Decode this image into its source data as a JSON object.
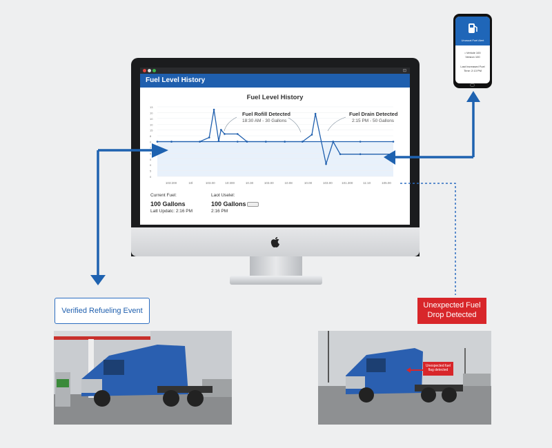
{
  "window": {
    "title": "Fuel Level History"
  },
  "chart_data": {
    "type": "line",
    "title": "Fuel Level History",
    "x_tick_labels": [
      "103:200",
      "10l",
      "103.00",
      "10:300",
      "10.30",
      "103.00",
      "10.08",
      "10.00",
      "103.00",
      "101.300",
      "11:10",
      "105.00"
    ],
    "y_tick_labels": [
      "13",
      "10",
      "10",
      "10",
      "15",
      "8",
      "0",
      "7",
      "5",
      "0",
      "0",
      "5",
      "0"
    ],
    "xlim": [
      0,
      100
    ],
    "ylim": [
      0,
      100
    ],
    "grid": true,
    "series": [
      {
        "x": [
          0,
          6,
          18,
          22,
          24,
          26,
          27,
          28.5,
          34,
          38,
          46,
          54,
          61.5,
          65.5,
          67,
          71.5,
          74.5,
          77.5,
          86,
          100
        ],
        "y": [
          50,
          50,
          50,
          56,
          96,
          51,
          67,
          61,
          61,
          50,
          50,
          50,
          50,
          60,
          90,
          18,
          50,
          32,
          32,
          32
        ]
      },
      {
        "x": [
          0,
          6,
          18,
          34,
          38,
          46,
          54,
          61.5,
          74.5,
          86,
          100
        ],
        "y": [
          50,
          50,
          50,
          50,
          50,
          50,
          50,
          50,
          50,
          50,
          50
        ]
      }
    ],
    "annotations": [
      {
        "title": "Fuel Rofill Detected",
        "detail": "18:30 AM - 30 Gallons"
      },
      {
        "title": "Fuel Drain Detected",
        "detail": "2:15 PM - 50 Gallons"
      }
    ],
    "color": "#1f5fae"
  },
  "info": {
    "current_label": "Current Fuel:",
    "current_value": "100 Gallons",
    "current_update": "Latt Updatc: 2:16 PM",
    "last_label": "Laot Uselel:",
    "last_value": "100 Gallons",
    "last_time": "2:16 PM"
  },
  "phone": {
    "alert_title": "Unusual Fuel Alert",
    "line1": "• Vehicle 100",
    "line2": "Version 100",
    "line3": "Last Increased Fuel",
    "line4": "Time: 2:13 PM"
  },
  "labels": {
    "refuel": "Verified Refueling Event",
    "drop": "Unexpected Fuel Drop Detected",
    "photo_tag": "Unexpected fuel flag detected"
  },
  "colors": {
    "accent": "#1f5fae",
    "alert": "#d8262a",
    "arrow": "#1e62b0"
  }
}
